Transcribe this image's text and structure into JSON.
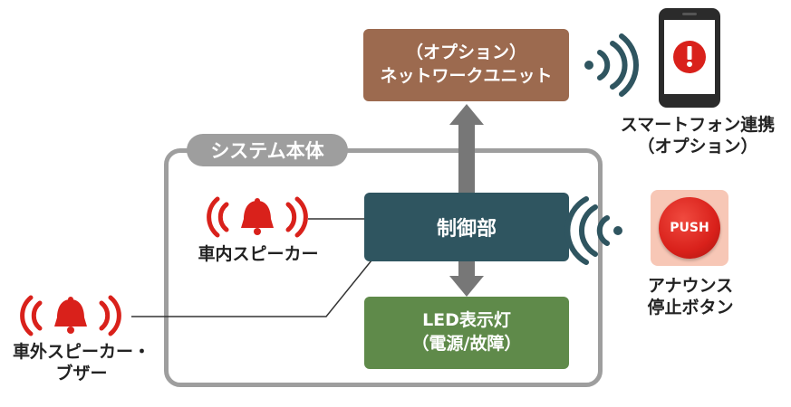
{
  "system_label": "システム本体",
  "network_unit": {
    "line1": "（オプション）",
    "line2": "ネットワークユニット"
  },
  "controller": {
    "label": "制御部"
  },
  "led": {
    "line1": "LED表示灯",
    "line2": "（電源/故障）"
  },
  "smartphone": {
    "line1": "スマートフォン連携",
    "line2": "（オプション）"
  },
  "in_car_speaker": {
    "label": "車内スピーカー"
  },
  "outside_speaker": {
    "line1": "車外スピーカー・",
    "line2": "ブザー"
  },
  "stop_button": {
    "push_text": "PUSH",
    "line1": "アナウンス",
    "line2": "停止ボタン"
  },
  "colors": {
    "network_box": "#9c6a4f",
    "controller_box": "#2f5560",
    "led_box": "#5f8a4a",
    "system_frame": "#9e9e9e",
    "arrow": "#777777",
    "alert_red": "#d9211b",
    "wave_teal": "#2f5560",
    "push_bg": "#f7c7b6"
  }
}
